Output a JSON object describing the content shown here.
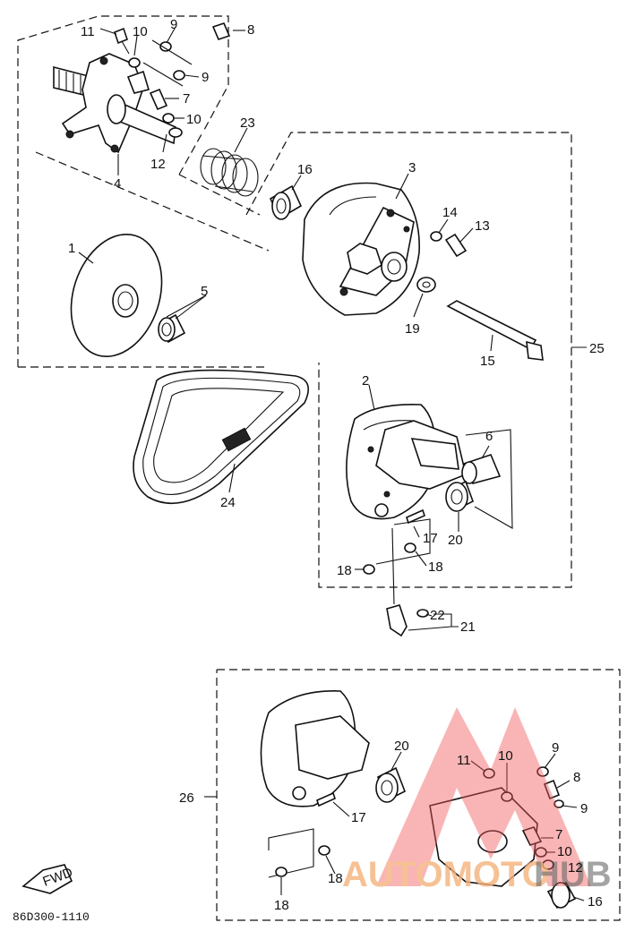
{
  "diagram": {
    "document_code": "86D300-1110",
    "fwd_badge": "FWD",
    "watermark": {
      "text_a": "AUTOMOTO",
      "text_b": "HUB",
      "color_main": "#f5b27a",
      "color_logo": "#f0585a",
      "color_dark": "#444444"
    },
    "callouts": {
      "c1": "1",
      "c2": "2",
      "c3": "3",
      "c4": "4",
      "c5": "5",
      "c6": "6",
      "c7": "7",
      "c8": "8",
      "c9a": "9",
      "c9b": "9",
      "c10a": "10",
      "c10b": "10",
      "c11": "11",
      "c12": "12",
      "c13": "13",
      "c14": "14",
      "c15": "15",
      "c16": "16",
      "c17": "17",
      "c18a": "18",
      "c18b": "18",
      "c19": "19",
      "c20": "20",
      "c21": "21",
      "c22": "22",
      "c23": "23",
      "c24": "24",
      "c25": "25",
      "d7": "7",
      "d8": "8",
      "d9a": "9",
      "d9b": "9",
      "d10a": "10",
      "d10b": "10",
      "d11": "11",
      "d12": "12",
      "d16": "16",
      "d17": "17",
      "d18a": "18",
      "d18b": "18",
      "d20": "20",
      "c26": "26"
    }
  }
}
